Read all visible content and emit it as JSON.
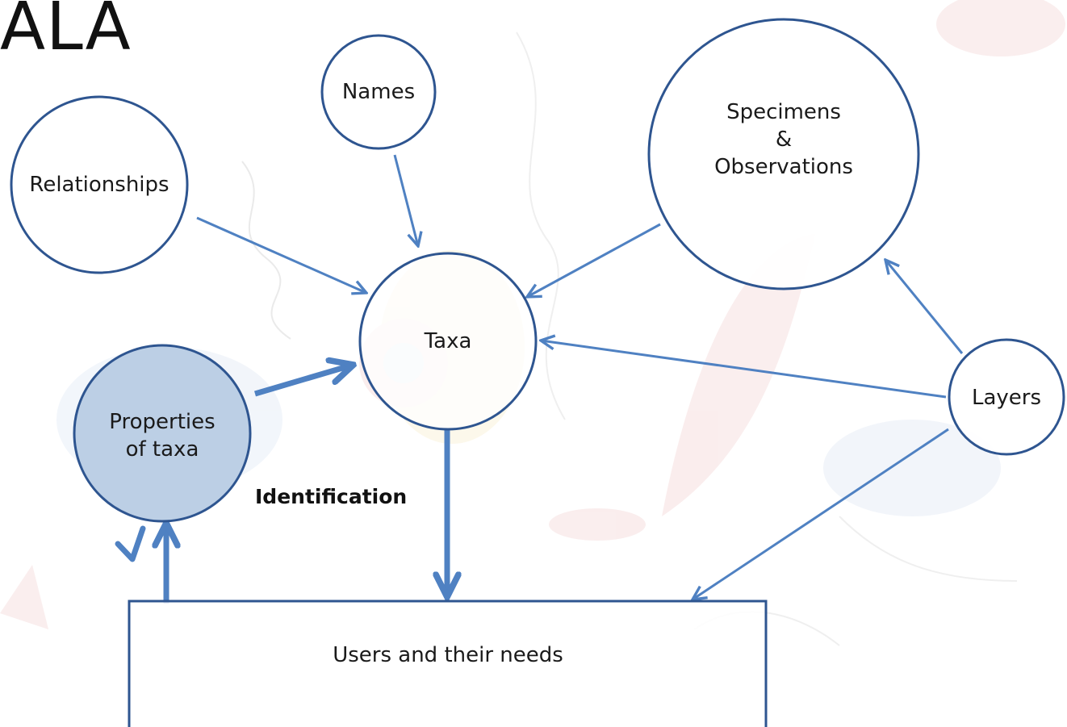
{
  "title": "ALA",
  "nodes": {
    "names": "Names",
    "relationships": "Relationships",
    "specimens": "Specimens\n&\nObservations",
    "taxa": "Taxa",
    "properties": "Properties\nof taxa",
    "layers": "Layers",
    "users": "Users and their needs"
  },
  "edge_labels": {
    "identification": "Identification"
  },
  "colors": {
    "node_stroke": "#2e5590",
    "arrow": "#4f81c2",
    "properties_fill": "#b8cce4",
    "background_art": [
      "#e8eef7",
      "#f6e0e0",
      "#fbf3dc",
      "#dde6f1"
    ]
  }
}
